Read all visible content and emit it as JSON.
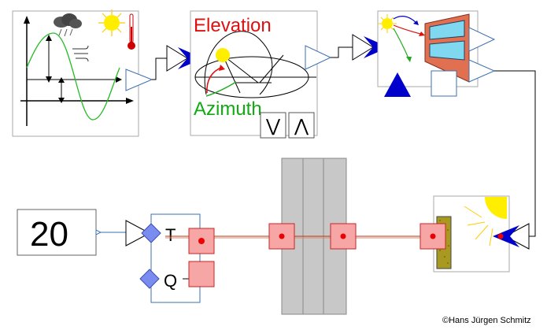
{
  "labels": {
    "elevation": "Elevation",
    "azimuth": "Azimuth",
    "display_value": "20",
    "port_t": "T",
    "port_q": "Q",
    "copyright": "©Hans Jürgen Schmitz"
  },
  "buttons": {
    "down": "⋁",
    "up": "⋀"
  },
  "colors": {
    "elevation_text": "#dd1111",
    "azimuth_text": "#11aa11",
    "node_fill": "#f7a6a6",
    "node_border": "#cc2222",
    "wire": "#b03a1a",
    "triangle_blue": "#0000cc",
    "sun": "#ffee00",
    "wall_gray": "#c8c8c8",
    "diamond": "#7b8cf0"
  },
  "icons": [
    "weather-block-icon",
    "sun-icon",
    "cloud-rain-icon",
    "thermometer-icon",
    "wind-icon",
    "sine-wave-icon",
    "sun-position-icon",
    "window-icon",
    "wall-icon",
    "arrow-up-triangle-icon"
  ]
}
